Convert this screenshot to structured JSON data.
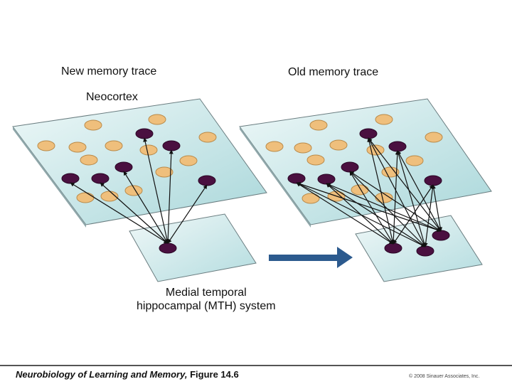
{
  "titles": {
    "new_trace": "New memory trace",
    "old_trace": "Old memory trace",
    "neocortex": "Neocortex",
    "mth_line1": "Medial temporal",
    "mth_line2": "hippocampal (MTH) system"
  },
  "caption": {
    "book": "Neurobiology of Learning and Memory,",
    "figure": " Figure 14.6",
    "copyright": "© 2008 Sinauer Associates, Inc."
  },
  "colors": {
    "plane_fill_light": "#e9f5f6",
    "plane_fill_dark": "#b8dde0",
    "plane_edge": "#6a7d80",
    "neuron_inactive": "#efbf7c",
    "neuron_inactive_edge": "#b98a49",
    "neuron_active": "#4a1040",
    "arrow_line": "#111111",
    "transition_arrow": "#2c5a8e"
  }
}
